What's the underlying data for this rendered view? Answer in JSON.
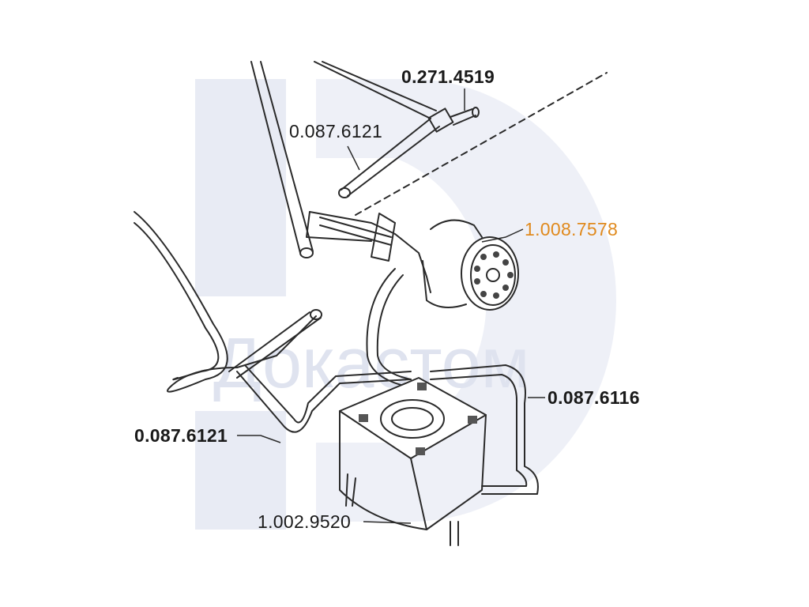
{
  "watermark": {
    "text": "Докастом",
    "color": "#e6e9f3"
  },
  "colors": {
    "line": "#2a2a2a",
    "highlight": "#e08a1e"
  },
  "labels": [
    {
      "id": "part-0-271-4519",
      "text": "0.271.4519"
    },
    {
      "id": "part-0-087-6121-top",
      "text": "0.087.6121"
    },
    {
      "id": "part-1-008-7578",
      "text": "1.008.7578",
      "highlighted": true
    },
    {
      "id": "part-0-087-6116",
      "text": "0.087.6116"
    },
    {
      "id": "part-0-087-6121-left",
      "text": "0.087.6121"
    },
    {
      "id": "part-1-002-9520",
      "text": "1.002.9520"
    }
  ]
}
